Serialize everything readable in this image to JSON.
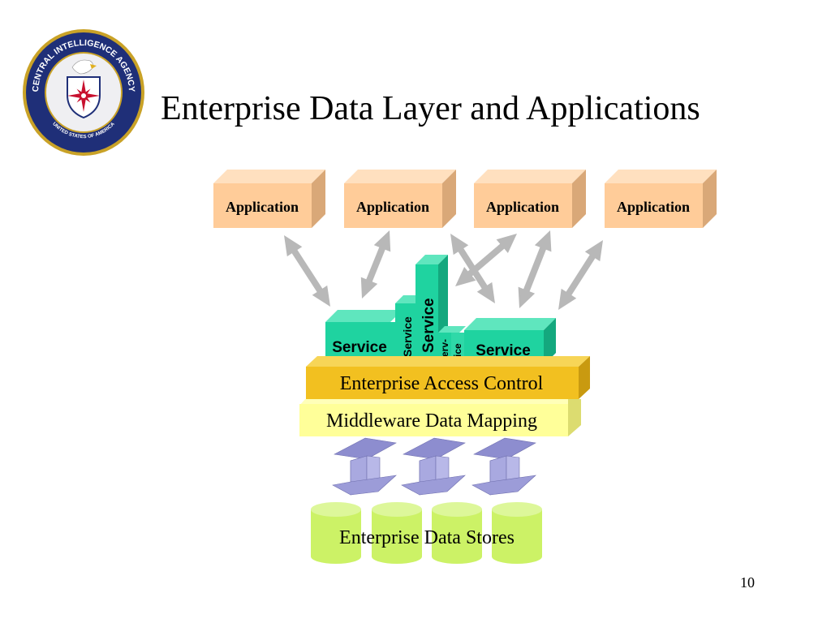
{
  "slide": {
    "title": "Enterprise Data Layer and Applications",
    "page_number": "10"
  },
  "seal": {
    "icon": "cia-seal",
    "text_top": "CENTRAL INTELLIGENCE AGENCY",
    "text_bottom": "UNITED STATES OF AMERICA"
  },
  "diagram": {
    "applications": [
      "Application",
      "Application",
      "Application",
      "Application"
    ],
    "services": {
      "left": "Service",
      "narrow": "Service",
      "tall": "Service",
      "split_top": "Serv-",
      "split_bottom": "ice",
      "right": "Service"
    },
    "access_control": "Enterprise Access Control",
    "middleware": "Middleware Data Mapping",
    "data_stores": "Enterprise Data Stores"
  },
  "colors": {
    "application": "#FFCC99",
    "service": "#1FD3A0",
    "access_control": "#F2C020",
    "middleware": "#FFFF99",
    "data_store": "#CCF266",
    "arrow": "#B8B8B8",
    "up_arrow": "#A9A9E0"
  }
}
